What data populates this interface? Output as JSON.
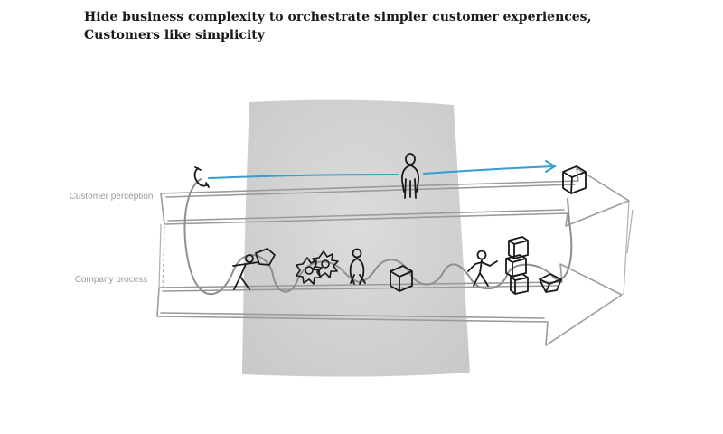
{
  "title": {
    "line1": "Hide business complexity to orchestrate simpler customer experiences,",
    "line2": "Customers like simplicity"
  },
  "labels": {
    "customer_perception": "Customer perception",
    "company_process": "Company process"
  },
  "colors": {
    "customer_path": "#3a9bd0",
    "arrow_outline": "#9b9b9b",
    "process_line": "#8f8f8f",
    "backdrop": "#d4d4d4",
    "sketch": "#1a1a1a"
  },
  "icons": [
    "phone-icon",
    "person-icon",
    "box-icon",
    "gear-icon",
    "box-stack-icon"
  ]
}
